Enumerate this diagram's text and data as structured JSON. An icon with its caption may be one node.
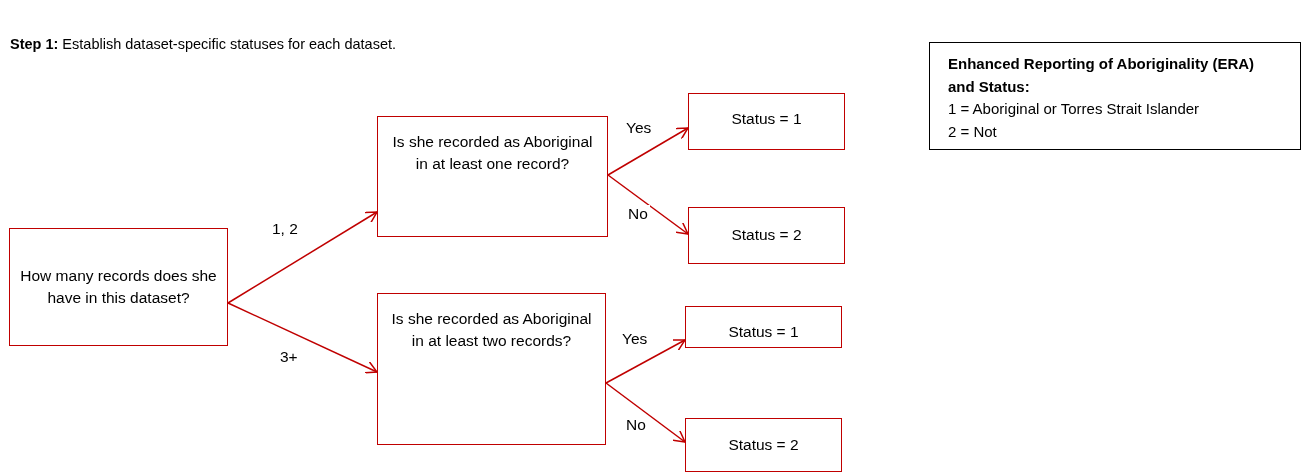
{
  "diagram": {
    "nodes": [
      {
        "text": [
          "How many records does she have in this dataset?"
        ]
      },
      {
        "text": [
          "Is she recorded as Aboriginal in at least one record?"
        ]
      },
      {
        "text": [
          "Status = 1"
        ]
      },
      {
        "text": [
          "Status = 2"
        ]
      },
      {
        "text": [
          "Is she recorded as Aboriginal in at least two records?"
        ]
      },
      {
        "text": [
          "Status = 1"
        ]
      },
      {
        "text": [
          "Status = 2"
        ]
      },
      {
        "text": [
          "Enhanced Reporting of Aboriginality (ERA) and Status:",
          "1 = Aboriginal or Torres Strait Islander",
          "2 = Not"
        ]
      }
    ],
    "edges": [
      {
        "from": 0,
        "to": 1,
        "arrow": "to",
        "label": "1, 2"
      },
      {
        "from": 0,
        "to": 4,
        "arrow": "to",
        "label": "3+"
      },
      {
        "from": 1,
        "to": 2,
        "arrow": "to",
        "label": "Yes"
      },
      {
        "from": 1,
        "to": 3,
        "arrow": "to",
        "label": "No"
      },
      {
        "from": 4,
        "to": 5,
        "arrow": "to",
        "label": "Yes"
      },
      {
        "from": 4,
        "to": 6,
        "arrow": "to",
        "label": "No"
      }
    ],
    "labels": [
      "**Step 1:** Establish dataset-specific statuses for each dataset."
    ]
  }
}
